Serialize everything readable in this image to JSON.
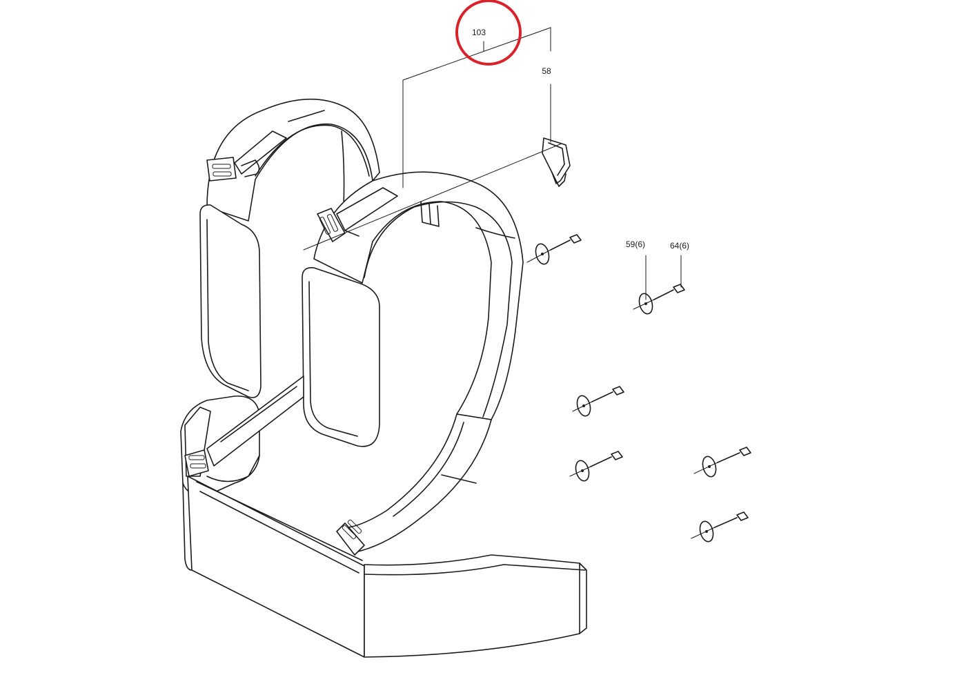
{
  "callouts": {
    "backpack_frame": "103",
    "hook_clip": "58",
    "washer": "59(6)",
    "screw": "64(6)"
  },
  "highlight": {
    "target": "103",
    "color": "#d8232a"
  }
}
